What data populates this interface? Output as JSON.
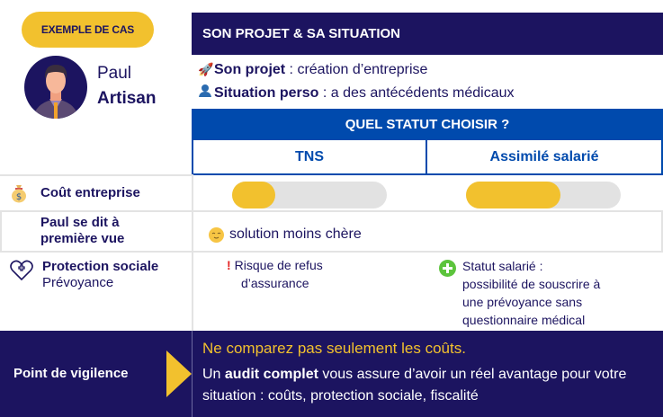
{
  "badge": {
    "label": "EXEMPLE DE CAS"
  },
  "persona": {
    "name": "Paul",
    "role": "Artisan",
    "avatar_icon": "man-avatar-icon"
  },
  "project": {
    "header": "SON PROJET & SA SITUATION",
    "project_icon": "rocket-emoji",
    "project_label": "Son projet",
    "project_sep": " :  ",
    "project_value": "création d’entreprise",
    "situation_icon": "person-silhouette-emoji",
    "situation_label": "Situation perso",
    "situation_sep": " : ",
    "situation_value": "a des antécédents médicaux"
  },
  "comparison": {
    "title": "QUEL STATUT CHOISIR ?",
    "columns": [
      "TNS",
      "Assimilé salarié"
    ],
    "rows": {
      "cost": {
        "icon": "money-bag-icon",
        "label": "Coût entreprise",
        "tns_level_pct": 28,
        "salarie_level_pct": 61
      },
      "first_look": {
        "label_line1": "Paul se dit à",
        "label_line2": "première vue",
        "icon": "relieved-face-emoji",
        "text": "solution moins chère"
      },
      "protection": {
        "icon": "heart-plus-icon",
        "label": "Protection sociale",
        "sublabel": "Prévoyance",
        "tns_marker": "!",
        "tns_line1": "Risque de refus",
        "tns_line2": "d’assurance",
        "salarie_icon": "plus-circle-icon",
        "salarie_lines": [
          "Statut salarié :",
          "possibilité de souscrire à",
          "une prévoyance sans",
          "questionnaire médical"
        ]
      }
    }
  },
  "footer": {
    "label": "Point de vigilence",
    "title": "Ne comparez pas seulement les coûts.",
    "text_before": "Un ",
    "text_bold": "audit complet",
    "text_after": " vous assure d’avoir un réel avantage pour votre situation : coûts, protection sociale, fiscalité"
  },
  "colors": {
    "navy": "#1c1460",
    "blue": "#004aad",
    "yellow": "#f2c12e",
    "grey_track": "#e2e2e2",
    "green": "#5cc43c",
    "red": "#e32323"
  }
}
